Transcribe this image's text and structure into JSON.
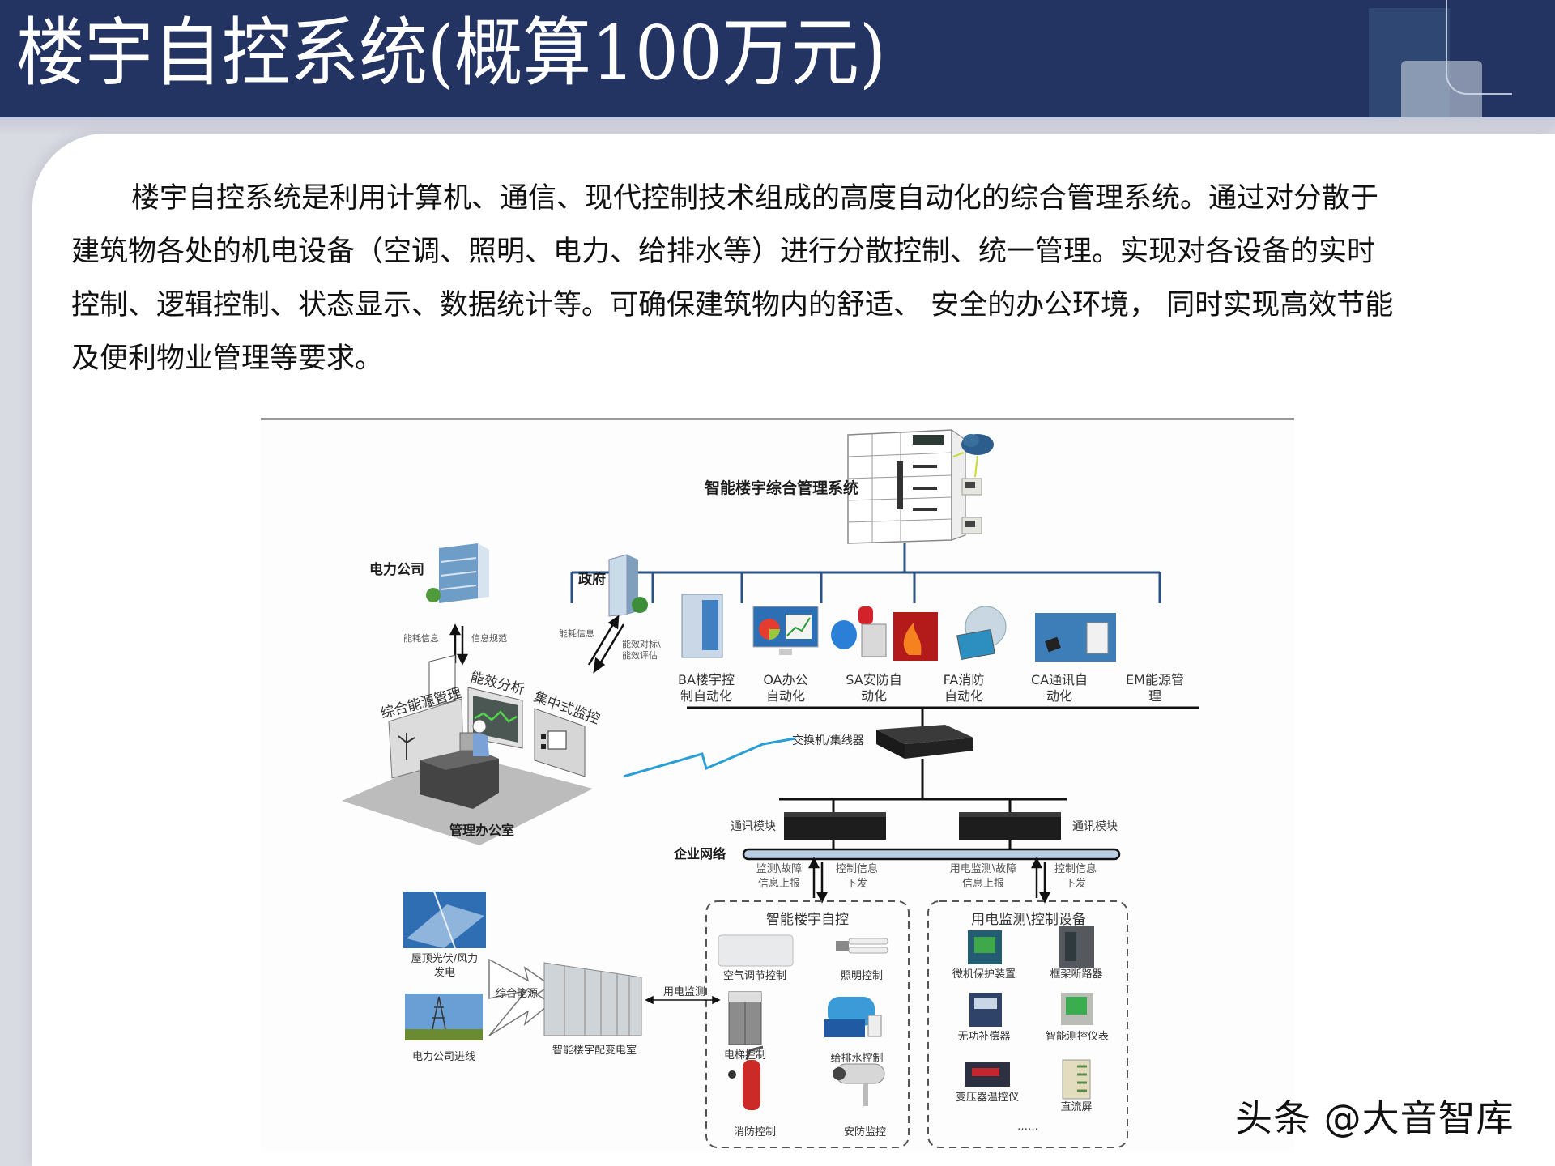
{
  "slide": {
    "title": "楼宇自控系统(概算100万元)",
    "paragraph_lines": [
      "楼宇自控系统是利用计算机、通信、现代控制技术组成的高度自动化的综合管理系统。通过对分散于",
      "建筑物各处的机电设备（空调、照明、电力、给排水等）进行分散控制、统一管理。实现对各设备的实时",
      "控制、逻辑控制、状态显示、数据统计等。可确保建筑物内的舒适、 安全的办公环境， 同时实现高效节能",
      "及便利物业管理等要求。"
    ],
    "watermark": "头条 @大音智库"
  },
  "diagram": {
    "top_system": "智能楼宇综合管理系统",
    "subsystems": [
      {
        "line1": "BA楼宇控",
        "line2": "制自动化",
        "icon": "server-icon"
      },
      {
        "line1": "OA办公",
        "line2": "自动化",
        "icon": "monitor-chart-icon"
      },
      {
        "line1": "SA安防自",
        "line2": "动化",
        "icon": "alarm-camera-icon"
      },
      {
        "line1": "FA消防",
        "line2": "自动化",
        "icon": "firewall-icon"
      },
      {
        "line1": "CA通讯自",
        "line2": "动化",
        "icon": "globe-monitor-icon"
      },
      {
        "line1": "EM能源管",
        "line2": "理",
        "icon": "energy-meter-icon"
      }
    ],
    "power_company": "电力公司",
    "government": "政府",
    "power_arrows": {
      "left": "能耗信息",
      "right": "信息规范"
    },
    "gov_arrows": {
      "left": "能耗信息",
      "right1": "能效对标\\",
      "right2": "能效评估"
    },
    "office": {
      "panel1": "综合能源管理",
      "panel2": "能效分析",
      "panel3": "集中式监控",
      "label": "管理办公室"
    },
    "switch": "交换机/集线器",
    "comm_module_left": "通讯模块",
    "comm_module_right": "通讯模块",
    "enterprise_network": "企业网络",
    "left_flow": {
      "up1": "监测\\故障",
      "up2": "信息上报",
      "down1": "控制信息",
      "down2": "下发"
    },
    "right_flow": {
      "up1": "用电监测\\故障",
      "up2": "信息上报",
      "down1": "控制信息",
      "down2": "下发"
    },
    "bms_box": {
      "title": "智能楼宇自控",
      "items": [
        "空气调节控制",
        "照明控制",
        "电梯控制",
        "给排水控制",
        "消防控制",
        "安防监控"
      ]
    },
    "power_box": {
      "title": "用电监测\\控制设备",
      "items": [
        "微机保护装置",
        "框架断路器",
        "无功补偿器",
        "智能测控仪表",
        "变压器温控仪",
        "直流屏"
      ],
      "more": "……"
    },
    "energy": {
      "solar_wind_1": "屋顶光伏/风力",
      "solar_wind_2": "发电",
      "grid": "电力公司进线",
      "combined": "综合能源",
      "substation": "智能楼宇配变电室",
      "monitor": "用电监测"
    },
    "colors": {
      "bus_blue": "#2c5185",
      "header_navy": "#233362",
      "network_bar": "#b9cde4"
    }
  }
}
